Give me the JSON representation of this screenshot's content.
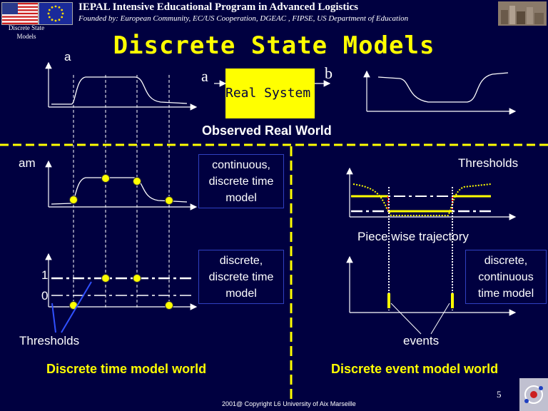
{
  "header": {
    "title": "IEPAL Intensive Educational Program in Advanced Logistics",
    "subtitle": "Founded by: European Community, EC/US Cooperation, DGEAC , FIPSE, US Department of Education",
    "side_label": "Discrete State Models"
  },
  "slide_title": "Discrete State Models",
  "top": {
    "signal_a": "a",
    "input_a": "a",
    "output_b": "b",
    "system_box": "Real System",
    "caption": "Observed Real World"
  },
  "left": {
    "am_label": "am",
    "box1": "continuous, discrete time model",
    "level_one": "1",
    "level_zero": "0",
    "box2": "discrete, discrete time model",
    "thresholds_label": "Thresholds",
    "world": "Discrete time model world"
  },
  "right": {
    "thresholds_label": "Thresholds",
    "trajectory_label": "Piece wise trajectory",
    "box3": "discrete, continuous time model",
    "events_label": "events",
    "world": "Discrete event model world"
  },
  "footer": {
    "page_number": "5",
    "copyright": "2001@ Copyright  L6 University of Aix Marseille"
  },
  "colors": {
    "background": "#000040",
    "accent_yellow": "#ffff00",
    "threshold_red": "#ff0000",
    "box_border": "#3040c0"
  }
}
